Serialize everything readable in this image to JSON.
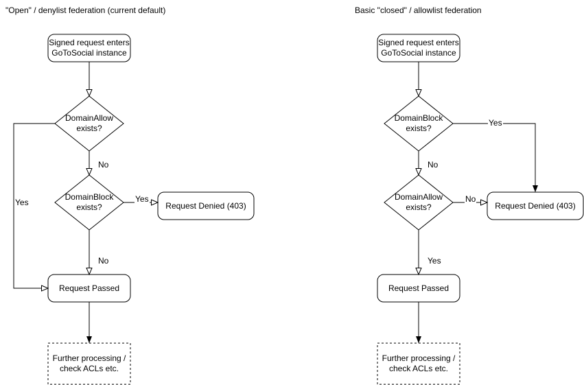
{
  "colors": {
    "stroke": "#000000",
    "node_fill": "#ffffff",
    "text": "#000000",
    "background": "#ffffff"
  },
  "left_diagram": {
    "title": "\"Open\" / denylist federation (current default)",
    "nodes": {
      "start": "Signed request enters\nGoToSocial instance",
      "domain_allow_decision": "DomainAllow\nexists?",
      "domain_block_decision": "DomainBlock\nexists?",
      "denied": "Request Denied (403)",
      "passed": "Request Passed",
      "further": "Further processing /\ncheck ACLs etc."
    },
    "labels": {
      "allow_yes": "Yes",
      "allow_no": "No",
      "block_yes": "Yes",
      "block_no": "No"
    }
  },
  "right_diagram": {
    "title": "Basic \"closed\" / allowlist federation",
    "nodes": {
      "start": "Signed request enters\nGoToSocial instance",
      "domain_block_decision": "DomainBlock\nexists?",
      "domain_allow_decision": "DomainAllow\nexists?",
      "denied": "Request Denied (403)",
      "passed": "Request Passed",
      "further": "Further processing /\ncheck ACLs etc."
    },
    "labels": {
      "block_yes": "Yes",
      "block_no": "No",
      "allow_no": "No",
      "allow_yes": "Yes"
    }
  }
}
